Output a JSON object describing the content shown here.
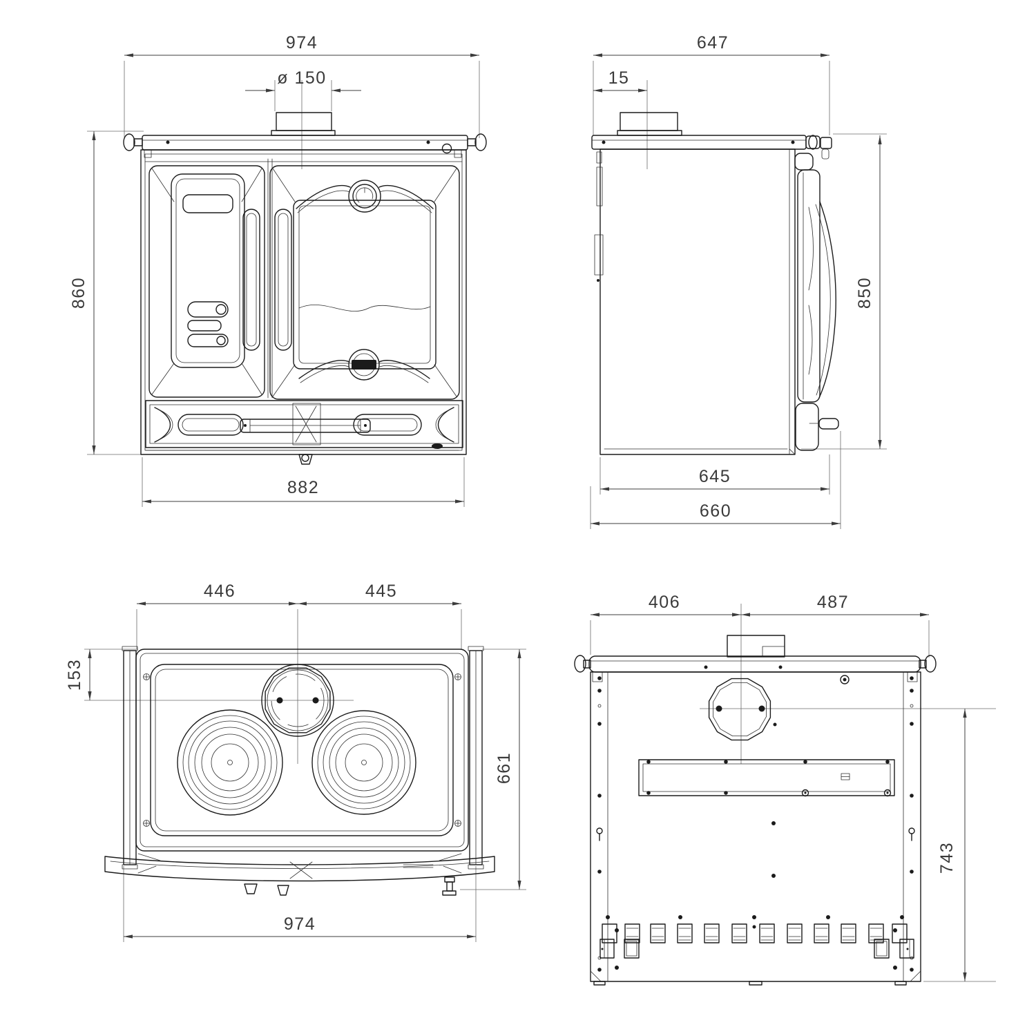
{
  "drawing": {
    "background": "#ffffff",
    "line_color": "#1b1b1b",
    "dimension_color": "#3c3c3c",
    "views": {
      "front": {
        "dimensions": {
          "overall_width": "974",
          "flue_diameter": "ø 150",
          "overall_height": "860",
          "body_width": "882"
        }
      },
      "side": {
        "dimensions": {
          "top_plate_depth": "647",
          "flue_offset": "15",
          "height": "850",
          "body_depth": "645",
          "overall_depth": "660"
        }
      },
      "top": {
        "dimensions": {
          "left_to_flue_center": "446",
          "flue_center_to_right": "445",
          "flue_center_from_back": "153",
          "depth": "661",
          "overall_width": "974"
        }
      },
      "back": {
        "dimensions": {
          "left_to_flue_center": "406",
          "flue_center_to_right": "487",
          "flue_center_height": "743"
        }
      }
    }
  }
}
